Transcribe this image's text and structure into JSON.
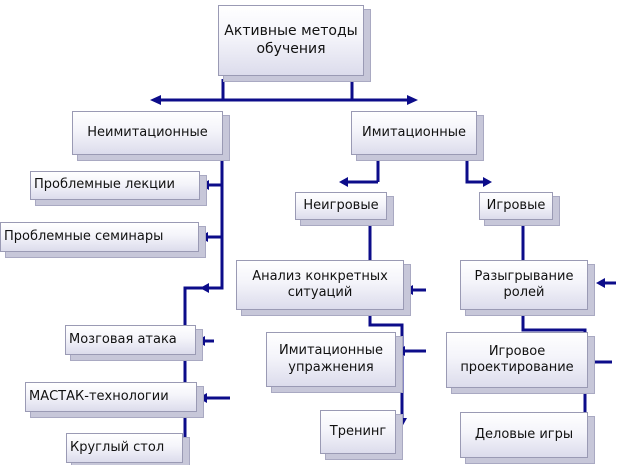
{
  "diagram": {
    "root": "Активные методы обучения",
    "non_imitation": "Неимитационные",
    "imitation": "Имитационные",
    "non_game": "Неигровые",
    "game": "Игровые",
    "non_imitation_items": [
      "Проблемные лекции",
      "Проблемные семинары",
      "Мозговая атака",
      "МАСТАК-технологии",
      "Круглый стол"
    ],
    "non_game_items": [
      "Анализ конкретных ситуаций",
      "Имитационные упражнения",
      "Тренинг"
    ],
    "game_items": [
      "Разыгрывание ролей",
      "Игровое проектирование",
      "Деловые игры"
    ],
    "colors": {
      "connector": "#0c0c8a",
      "box_border": "#9a9ab4",
      "box_shadow": "#c7c7d9"
    }
  }
}
